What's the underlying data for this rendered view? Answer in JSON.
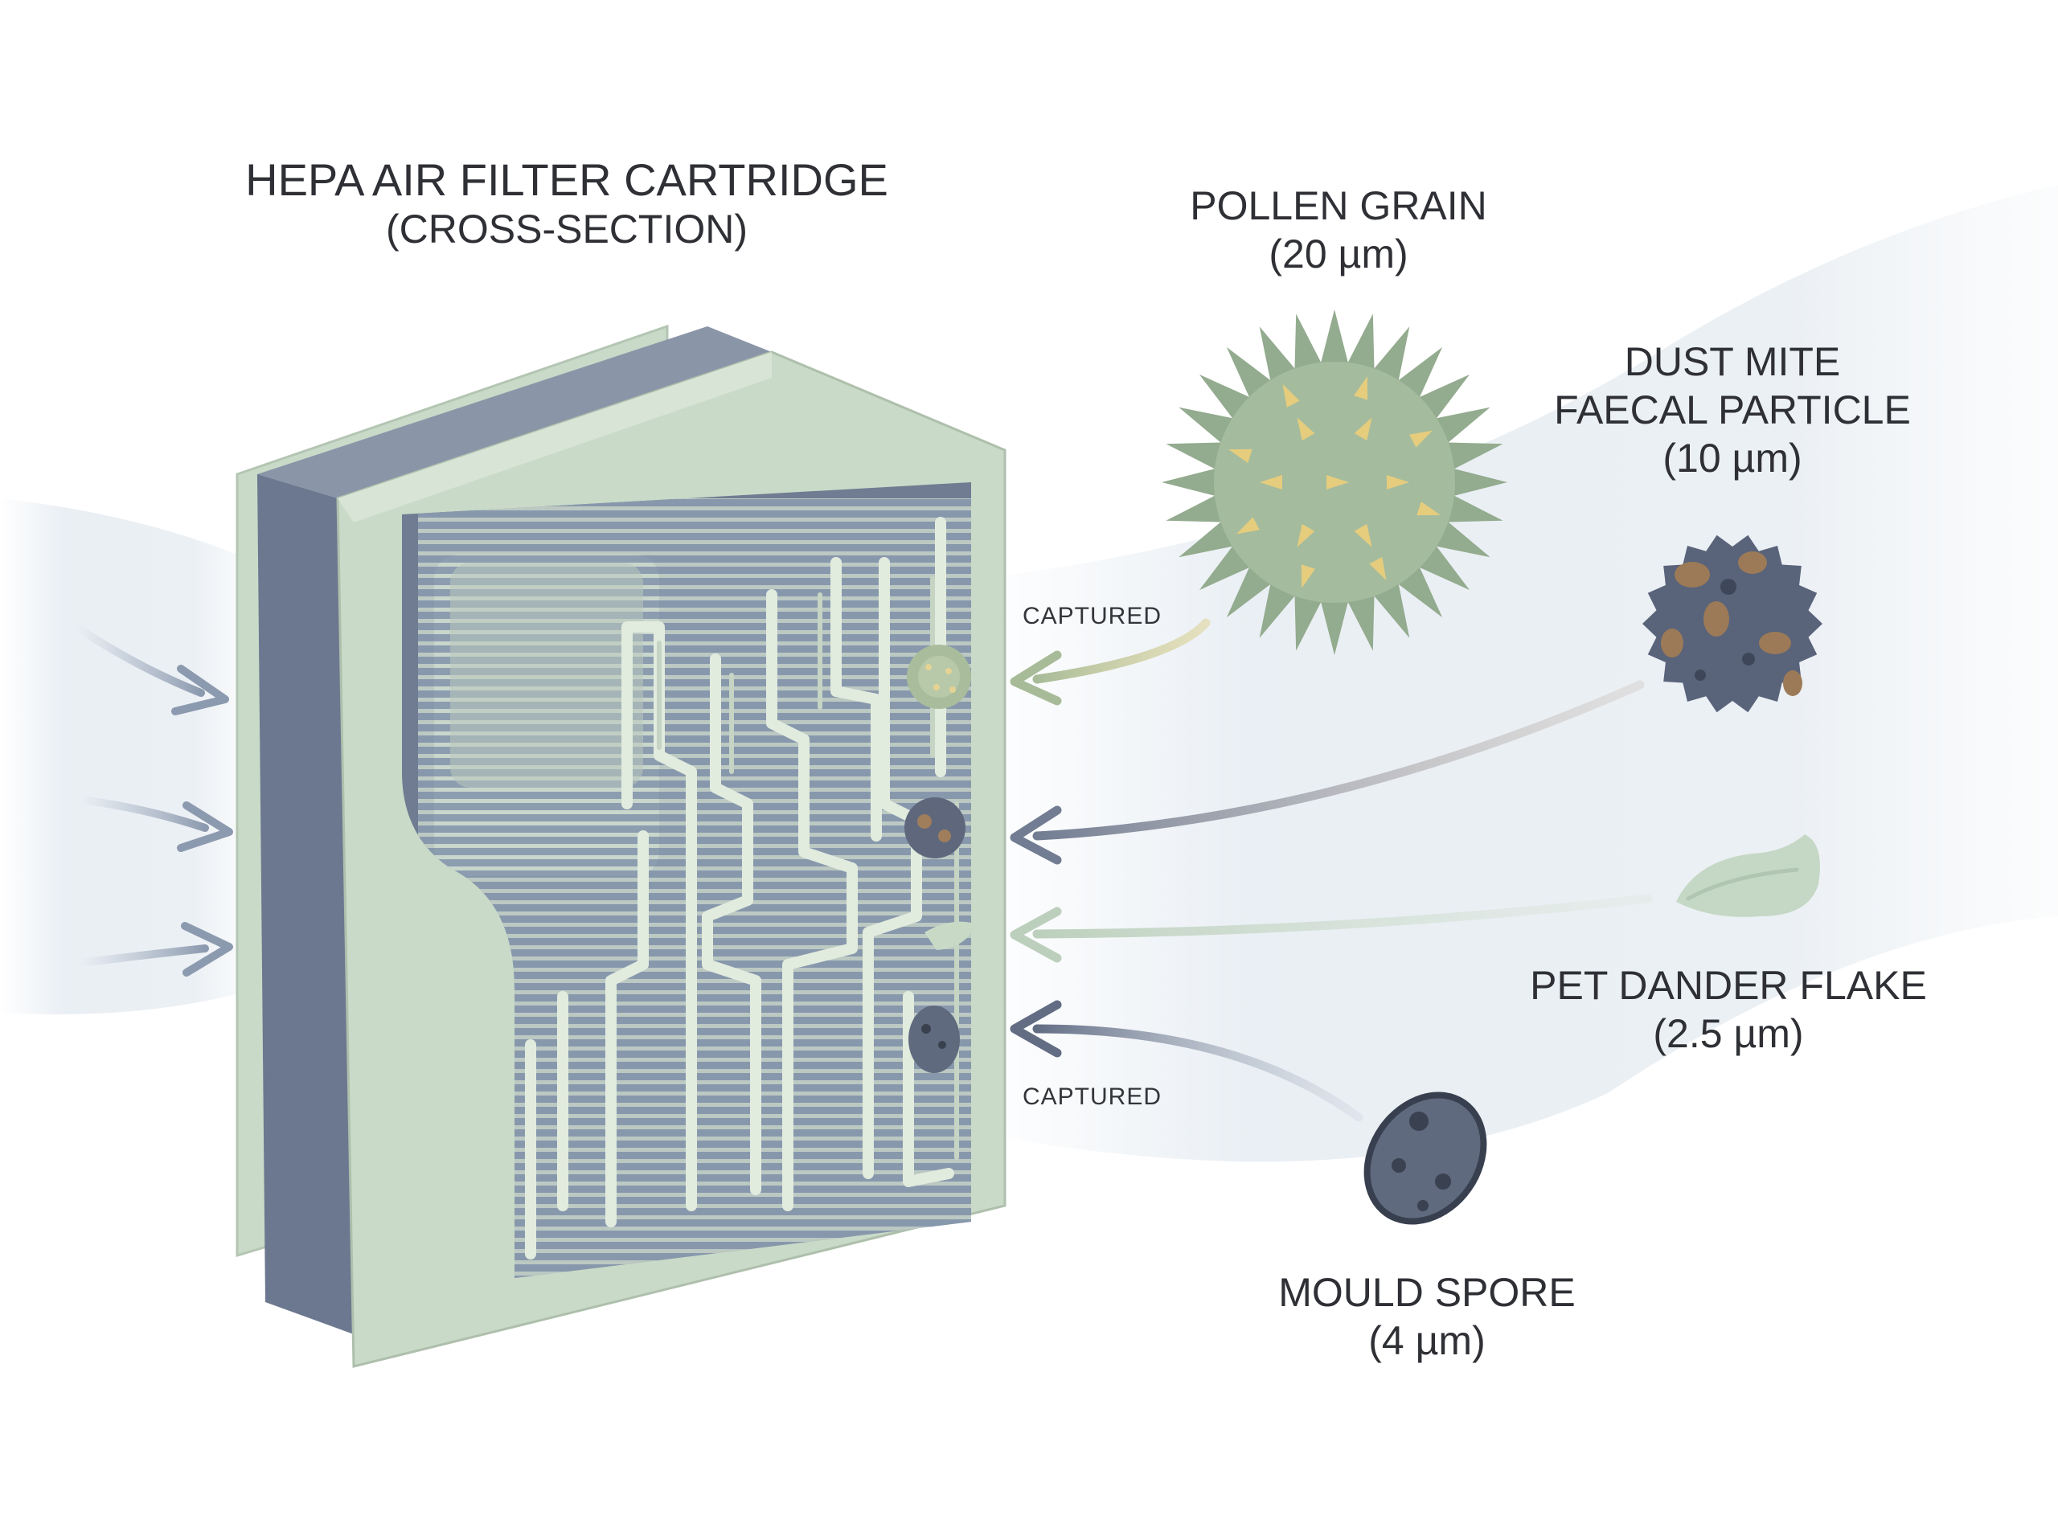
{
  "title": {
    "line1": "HEPA AIR FILTER CARTRIDGE",
    "line2": "(CROSS-SECTION)"
  },
  "particles": {
    "pollen": {
      "name": "POLLEN GRAIN",
      "size": "(20 µm)"
    },
    "dust_mite": {
      "name_line1": "DUST MITE",
      "name_line2": "FAECAL PARTICLE",
      "size": "(10 µm)"
    },
    "pet_dander": {
      "name": "PET DANDER FLAKE",
      "size": "(2.5 µm)"
    },
    "mould": {
      "name": "MOULD SPORE",
      "size": "(4 µm)"
    }
  },
  "captured_labels": {
    "top": "CAPTURED",
    "bottom": "CAPTURED"
  },
  "icons": [
    "inflow-arrow-icon",
    "pollen-grain-icon",
    "dust-mite-particle-icon",
    "pet-dander-flake-icon",
    "mould-spore-icon"
  ],
  "colors": {
    "frame_green": "#c9dac8",
    "frame_slate": "#6c7890",
    "interior": "#8797a8",
    "pleat": "#dde8d9",
    "pollen": "#93ab8e",
    "pollen_spot": "#e5cd7d",
    "dust": "#59637a",
    "dust_spot": "#9c7a57",
    "dander": "#c5d8c5",
    "spore": "#5f6a7f",
    "airflow": "#edf1f5"
  }
}
